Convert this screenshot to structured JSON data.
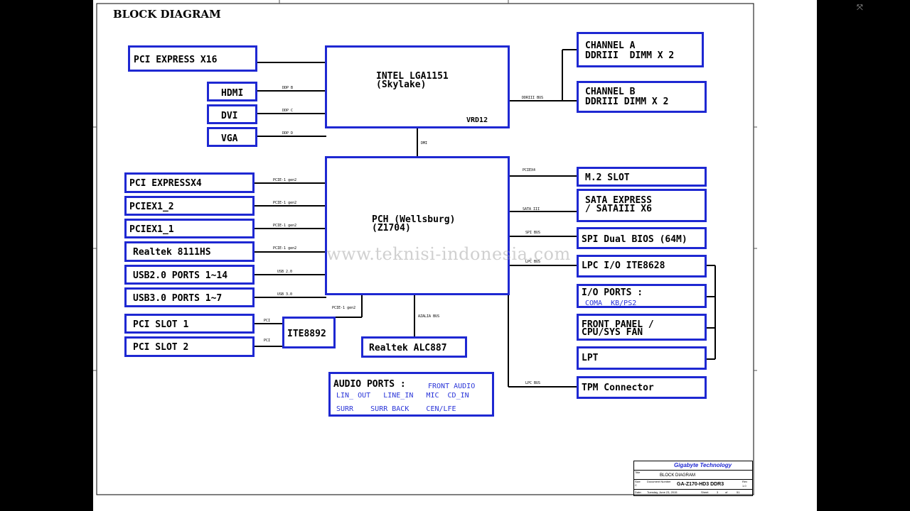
{
  "title": "BLOCK DIAGRAM",
  "watermark": "www.teknisi-indonesia.com",
  "blocks": {
    "pci_express_x16": "PCI EXPRESS X16",
    "hdmi": "HDMI",
    "dvi": "DVI",
    "vga": "VGA",
    "cpu_line1": "INTEL LGA1151",
    "cpu_line2": "(Skylake)",
    "cpu_vrd": "VRD12",
    "channel_a_line1": "CHANNEL A",
    "channel_a_line2": "DDRIII  DIMM X 2",
    "channel_b_line1": "CHANNEL B",
    "channel_b_line2": "DDRIII DIMM X 2",
    "pch_line1": "PCH (Wellsburg)",
    "pch_line2": "(Z1704)",
    "pci_expressx4": "PCI EXPRESSX4",
    "pciex1_2": "PCIEX1_2",
    "pciex1_1": "PCIEX1_1",
    "realtek_8111hs": "Realtek 8111HS",
    "usb2": "USB2.0 PORTS 1~14",
    "usb3": "USB3.0 PORTS 1~7",
    "pci_slot_1": "PCI SLOT 1",
    "pci_slot_2": "PCI SLOT 2",
    "ite8892": "ITE8892",
    "realtek_alc887": "Realtek ALC887",
    "audio_title": "AUDIO PORTS :",
    "audio_front": "FRONT AUDIO",
    "audio_row2": "LIN_ OUT   LINE_IN   MIC  CD_IN",
    "audio_row3": "SURR    SURR BACK    CEN/LFE",
    "m2_slot": "M.2 SLOT",
    "sata_line1": "SATA EXPRESS",
    "sata_line2": "/ SATAIII X6",
    "spi_bios": "SPI Dual BIOS (64M)",
    "lpc_io": "LPC I/O ITE8628",
    "io_ports_line1": "I/O PORTS :",
    "io_ports_line2": "COMA  KB/PS2",
    "front_panel_line1": "FRONT PANEL /",
    "front_panel_line2": "CPU/SYS FAN",
    "lpt": "LPT",
    "tpm": "TPM Connector"
  },
  "bus_labels": {
    "ddp_b": "DDP B",
    "ddp_c": "DDP C",
    "ddp_d": "DDP D",
    "ddriii_bus": "DDRIII BUS",
    "dmi": "DMI",
    "pcie_gen2_a": "PCIE-1 gen2",
    "pcie_gen2_b": "PCIE-1 gen2",
    "pcie_gen2_c": "PCIE-1 gen2",
    "pcie_gen2_d": "PCIE-1 gen2",
    "usb_20": "USB 2.0",
    "usb_30": "USB 3.0",
    "pci_1": "PCI",
    "pci_2": "PCI",
    "pcie_gen2_ite": "PCIE-1 gen2",
    "azalia": "AZALIA BUS",
    "pciex4": "PCIEX4",
    "sata3": "SATA III",
    "spi_bus": "SPI BUS",
    "lpc_bus_1": "LPC BUS",
    "lpc_bus_2": "LPC BUS"
  },
  "title_block": {
    "company": "Gigabyte Technology",
    "title_label": "Title",
    "title_value": "BLOCK DIAGRAM",
    "size_label": "Size",
    "size_value": "C",
    "doc_label": "Document Number",
    "doc_value": "GA-Z170-HD3 DDR3",
    "rev_label": "Rev",
    "rev_value": "1.0",
    "date_label": "Date:",
    "date_value": "Tuesday, June 23, 2015",
    "sheet_label": "Sheet",
    "sheet_value": "3",
    "of_label": "of",
    "of_value": "51"
  },
  "colors": {
    "block_border": "#1e28d2",
    "line": "#000000",
    "background": "#ffffff",
    "port_text": "#2a35d8"
  },
  "icons": {
    "expand": "expand-icon"
  }
}
